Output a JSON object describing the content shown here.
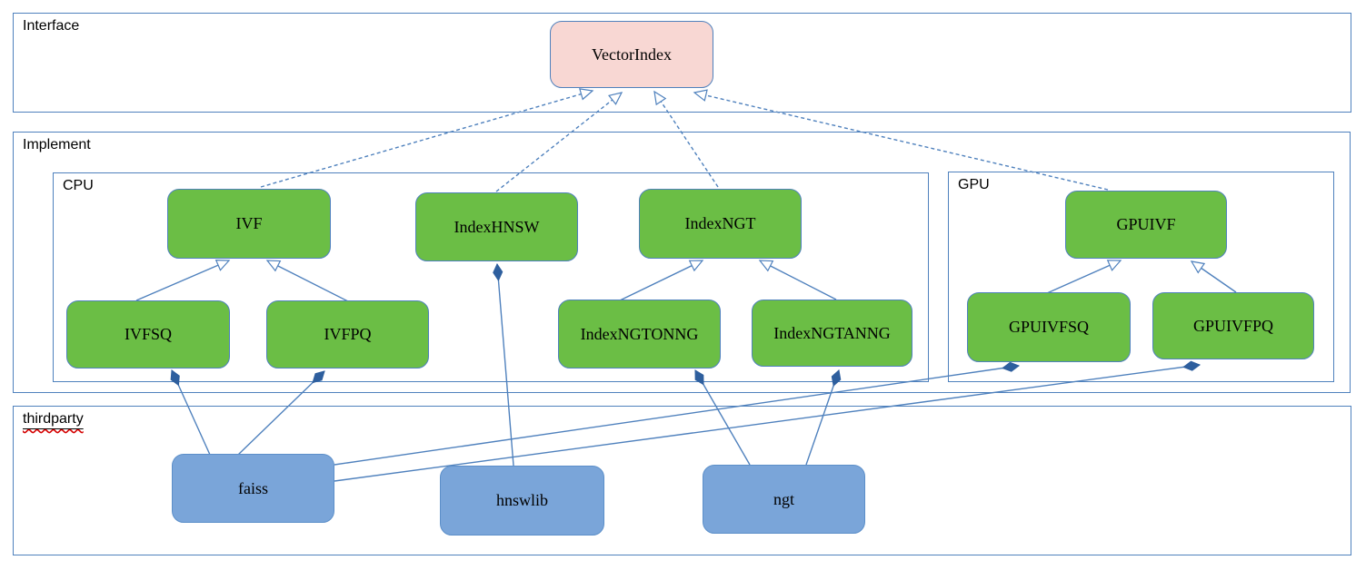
{
  "diagram": {
    "containers": {
      "interface": {
        "label": "Interface"
      },
      "implement": {
        "label": "Implement"
      },
      "cpu": {
        "label": "CPU"
      },
      "gpu": {
        "label": "GPU"
      },
      "thirdparty": {
        "label": "thirdparty"
      }
    },
    "nodes": {
      "vectorindex": {
        "label": "VectorIndex",
        "group": "interface"
      },
      "ivf": {
        "label": "IVF",
        "group": "cpu"
      },
      "indexhnsw": {
        "label": "IndexHNSW",
        "group": "cpu"
      },
      "indexngt": {
        "label": "IndexNGT",
        "group": "cpu"
      },
      "gpuivf": {
        "label": "GPUIVF",
        "group": "gpu"
      },
      "ivfsq": {
        "label": "IVFSQ",
        "group": "cpu"
      },
      "ivfpq": {
        "label": "IVFPQ",
        "group": "cpu"
      },
      "indexngtonng": {
        "label": "IndexNGTONNG",
        "group": "cpu"
      },
      "indexngtanng": {
        "label": "IndexNGTANNG",
        "group": "cpu"
      },
      "gpuivfsq": {
        "label": "GPUIVFSQ",
        "group": "gpu"
      },
      "gpuivfpq": {
        "label": "GPUIVFPQ",
        "group": "gpu"
      },
      "faiss": {
        "label": "faiss",
        "group": "thirdparty"
      },
      "hnswlib": {
        "label": "hnswlib",
        "group": "thirdparty"
      },
      "ngt": {
        "label": "ngt",
        "group": "thirdparty"
      }
    },
    "edges": [
      {
        "from": "IVF",
        "to": "VectorIndex",
        "type": "realization-dashed-hollow-arrow"
      },
      {
        "from": "IndexHNSW",
        "to": "VectorIndex",
        "type": "realization-dashed-hollow-arrow"
      },
      {
        "from": "IndexNGT",
        "to": "VectorIndex",
        "type": "realization-dashed-hollow-arrow"
      },
      {
        "from": "GPUIVF",
        "to": "VectorIndex",
        "type": "realization-dashed-hollow-arrow"
      },
      {
        "from": "IVFSQ",
        "to": "IVF",
        "type": "inheritance-hollow-arrow"
      },
      {
        "from": "IVFPQ",
        "to": "IVF",
        "type": "inheritance-hollow-arrow"
      },
      {
        "from": "IndexNGTONNG",
        "to": "IndexNGT",
        "type": "inheritance-hollow-arrow"
      },
      {
        "from": "IndexNGTANNG",
        "to": "IndexNGT",
        "type": "inheritance-hollow-arrow"
      },
      {
        "from": "GPUIVFSQ",
        "to": "GPUIVF",
        "type": "inheritance-hollow-arrow"
      },
      {
        "from": "GPUIVFPQ",
        "to": "GPUIVF",
        "type": "inheritance-hollow-arrow"
      },
      {
        "from": "faiss",
        "to": "IVFSQ",
        "type": "composition-filled-diamond"
      },
      {
        "from": "faiss",
        "to": "IVFPQ",
        "type": "composition-filled-diamond"
      },
      {
        "from": "faiss",
        "to": "GPUIVFSQ",
        "type": "composition-filled-diamond"
      },
      {
        "from": "faiss",
        "to": "GPUIVFPQ",
        "type": "composition-filled-diamond"
      },
      {
        "from": "hnswlib",
        "to": "IndexHNSW",
        "type": "composition-filled-diamond"
      },
      {
        "from": "ngt",
        "to": "IndexNGTONNG",
        "type": "composition-filled-diamond"
      },
      {
        "from": "ngt",
        "to": "IndexNGTANNG",
        "type": "composition-filled-diamond"
      }
    ],
    "colors": {
      "interface_node_fill": "#f8d7d3",
      "implement_node_fill": "#6bbe45",
      "thirdparty_node_fill": "#7aa5d9",
      "connector_line": "#4f81bd",
      "diamond_fill": "#2e5f9e",
      "container_border": "#4f81bd",
      "spellcheck_wave": "#d40000",
      "text": "#000000"
    }
  }
}
